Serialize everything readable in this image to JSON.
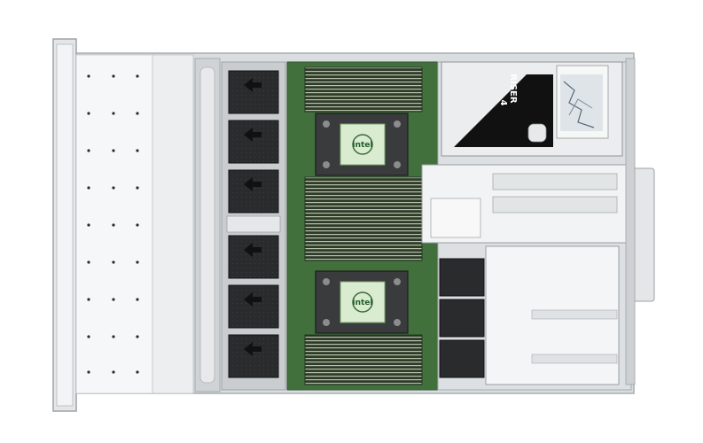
{
  "photo": {
    "subject": "server chassis top view",
    "colors": {
      "background": "#ffffff",
      "chassis": "#d9dde0",
      "chassis_light": "#eef0f1",
      "front_panel": "#f1f2f3",
      "fan": "#2a2b2d",
      "motherboard": "#3d6a3a",
      "dimm": "#2f3b2a",
      "dimm_slot": "#b8c2a8",
      "heatsink": "#3a3b3c",
      "cpu_label": "#d9ecd0",
      "riser_black": "#111111"
    }
  },
  "labels": {
    "cpu1_brand": "intel",
    "cpu2_brand": "intel",
    "riser": "RISER",
    "riser_number": "4"
  }
}
